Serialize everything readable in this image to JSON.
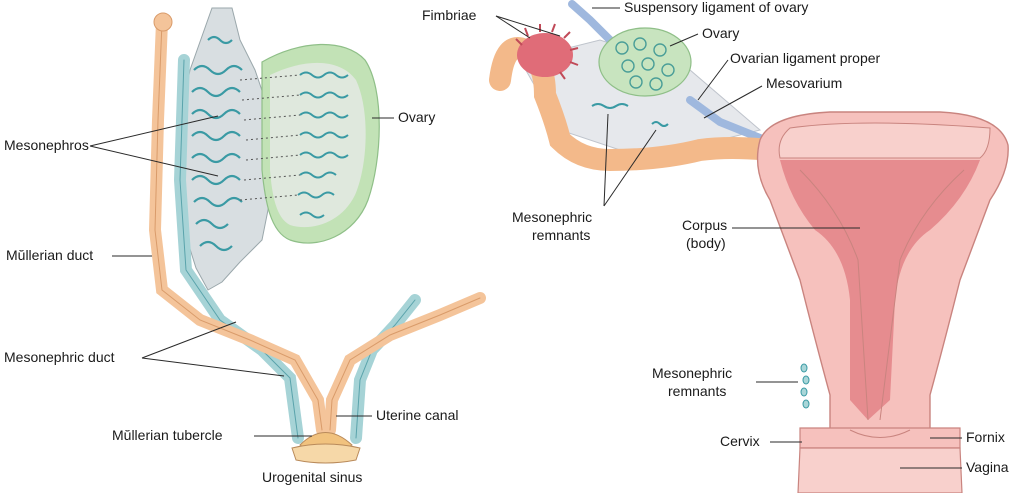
{
  "labels": {
    "mesonephros": "Mesonephros",
    "ovary_left": "Ovary",
    "mullerian_duct": "Mŭllerian duct",
    "mesonephric_duct": "Mesonephric duct",
    "mullerian_tubercle": "Mŭllerian tubercle",
    "uterine_canal": "Uterine canal",
    "urogenital_sinus": "Urogenital sinus",
    "fimbriae": "Fimbriae",
    "suspensory_ligament": "Suspensory ligament of ovary",
    "ovary_right": "Ovary",
    "ovarian_ligament": "Ovarian ligament proper",
    "mesovarium": "Mesovarium",
    "mesonephric_remnants_top_1": "Mesonephric",
    "mesonephric_remnants_top_2": "remnants",
    "corpus_1": "Corpus",
    "corpus_2": "(body)",
    "mesonephric_remnants_side_1": "Mesonephric",
    "mesonephric_remnants_side_2": "remnants",
    "cervix": "Cervix",
    "fornix": "Fornix",
    "vagina": "Vagina"
  },
  "colors": {
    "mullerian": "#f6c59a",
    "mesonephric": "#a9d6d8",
    "mesonephric_dark": "#2f8f9a",
    "mesonephros_body": "#d6dde0",
    "ovary_green": "#bfe0b4",
    "uterus_pink": "#f4b8b4",
    "uterus_dark": "#d76c72",
    "tube_orange": "#f3b98a",
    "fimbriae_red": "#e06c78",
    "ligament_blue": "#9fb8de"
  }
}
